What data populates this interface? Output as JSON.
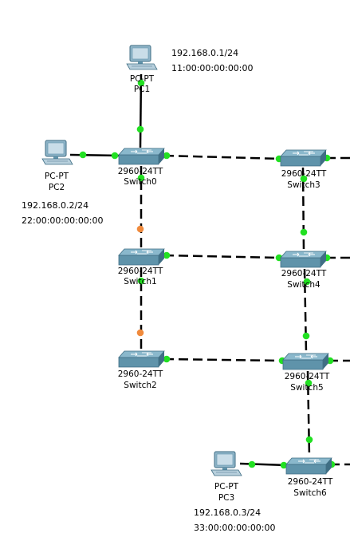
{
  "colors": {
    "link": "#000000",
    "port_up": "#22e022",
    "port_blocking": "#f08a3c",
    "switch_top": "#8ab8cc",
    "switch_side": "#5f93aa",
    "switch_dark": "#3f6e84",
    "pc_body": "#8fb4c8",
    "pc_screen": "#c9dde8"
  },
  "pcs": [
    {
      "id": "pc1",
      "type_label": "PC-PT",
      "name": "PC1",
      "ip": "192.168.0.1/24",
      "mac": "11:00:00:00:00:00"
    },
    {
      "id": "pc2",
      "type_label": "PC-PT",
      "name": "PC2",
      "ip": "192.168.0.2/24",
      "mac": "22:00:00:00:00:00"
    },
    {
      "id": "pc3",
      "type_label": "PC-PT",
      "name": "PC3",
      "ip": "192.168.0.3/24",
      "mac": "33:00:00:00:00:00"
    }
  ],
  "switches": [
    {
      "id": "sw0",
      "model": "2960-24TT",
      "name": "Switch0"
    },
    {
      "id": "sw1",
      "model": "2960-24TT",
      "name": "Switch1"
    },
    {
      "id": "sw2",
      "model": "2960-24TT",
      "name": "Switch2"
    },
    {
      "id": "sw3",
      "model": "2960-24TT",
      "name": "Switch3"
    },
    {
      "id": "sw4",
      "model": "2960-24TT",
      "name": "Switch4"
    },
    {
      "id": "sw5",
      "model": "2960-24TT",
      "name": "Switch5"
    },
    {
      "id": "sw6",
      "model": "2960-24TT",
      "name": "Switch6"
    }
  ],
  "links": [
    {
      "from": "pc1",
      "to": "sw0",
      "style": "solid",
      "from_status": "up",
      "to_status": "up"
    },
    {
      "from": "pc2",
      "to": "sw0",
      "style": "solid",
      "from_status": "up",
      "to_status": "up"
    },
    {
      "from": "sw0",
      "to": "sw1",
      "style": "dashed",
      "from_status": "up",
      "to_status": "blocking"
    },
    {
      "from": "sw1",
      "to": "sw2",
      "style": "dashed",
      "from_status": "up",
      "to_status": "blocking"
    },
    {
      "from": "sw0",
      "to": "sw3",
      "style": "dashed",
      "from_status": "up",
      "to_status": "up"
    },
    {
      "from": "sw1",
      "to": "sw4",
      "style": "dashed",
      "from_status": "up",
      "to_status": "up"
    },
    {
      "from": "sw2",
      "to": "sw5",
      "style": "dashed",
      "from_status": "up",
      "to_status": "up"
    },
    {
      "from": "sw3",
      "to": "sw4",
      "style": "dashed",
      "from_status": "up",
      "to_status": "up"
    },
    {
      "from": "sw4",
      "to": "sw5",
      "style": "dashed",
      "from_status": "up",
      "to_status": "up"
    },
    {
      "from": "sw5",
      "to": "sw6",
      "style": "dashed",
      "from_status": "up",
      "to_status": "up"
    },
    {
      "from": "pc3",
      "to": "sw6",
      "style": "solid",
      "from_status": "up",
      "to_status": "up"
    },
    {
      "from": "sw3",
      "to": "offscreen",
      "style": "dashed",
      "from_status": "up",
      "to_status": "up"
    },
    {
      "from": "sw4",
      "to": "offscreen",
      "style": "dashed",
      "from_status": "up",
      "to_status": "up"
    },
    {
      "from": "sw5",
      "to": "offscreen",
      "style": "dashed",
      "from_status": "up",
      "to_status": "up"
    },
    {
      "from": "sw6",
      "to": "offscreen",
      "style": "dashed",
      "from_status": "up",
      "to_status": "up"
    }
  ]
}
